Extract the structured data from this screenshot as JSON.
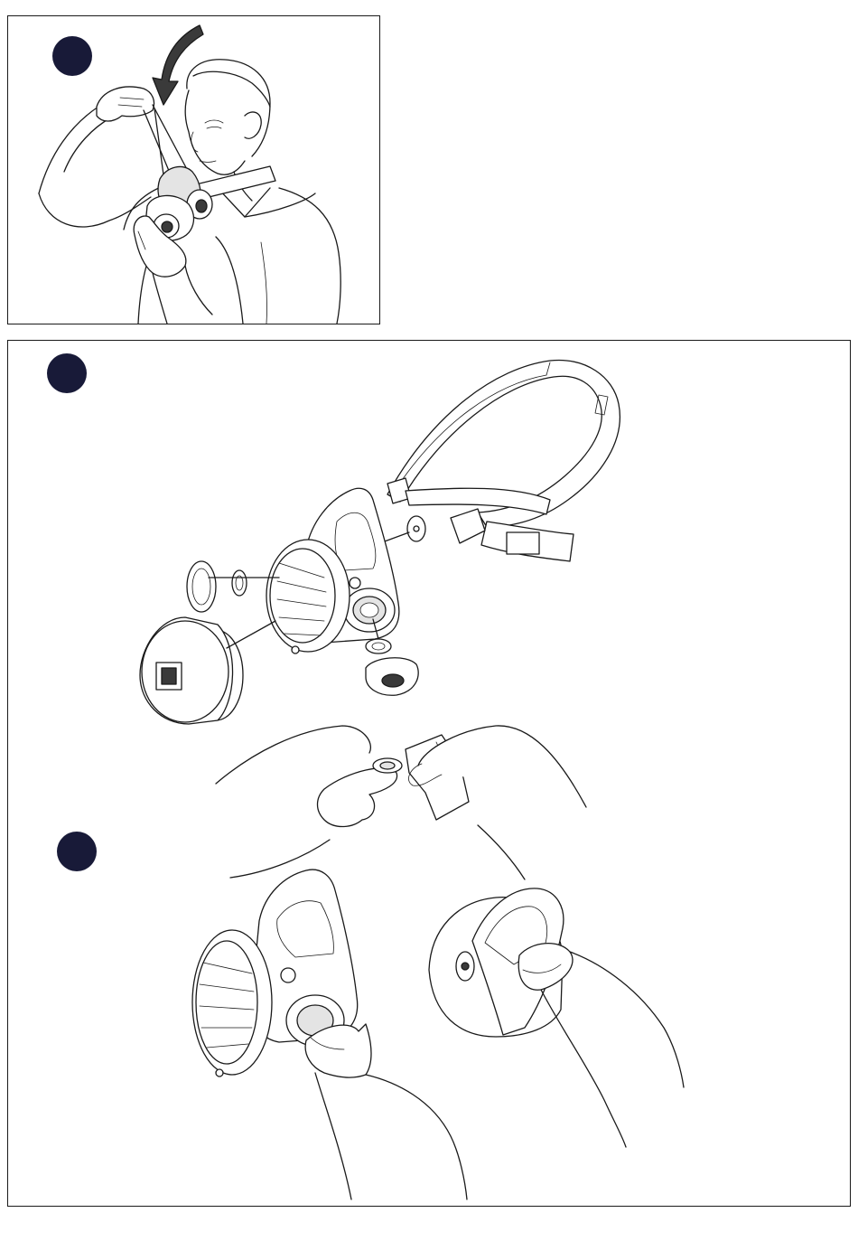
{
  "page": {
    "background": "#ffffff",
    "line_color": "#1a1a1a"
  },
  "step_markers": {
    "color": "#181a38",
    "items": [
      {
        "id": "marker-1"
      },
      {
        "id": "marker-2"
      },
      {
        "id": "marker-3"
      }
    ]
  },
  "illustrations": [
    {
      "id": "donning-mask",
      "icon": "person-fitting-respirator-icon"
    },
    {
      "id": "exploded-view",
      "icon": "respirator-exploded-parts-icon"
    },
    {
      "id": "cleaning-valve",
      "icon": "hands-wiping-valve-icon"
    },
    {
      "id": "cleaning-mask",
      "icon": "hands-wiping-mask-icon"
    }
  ]
}
